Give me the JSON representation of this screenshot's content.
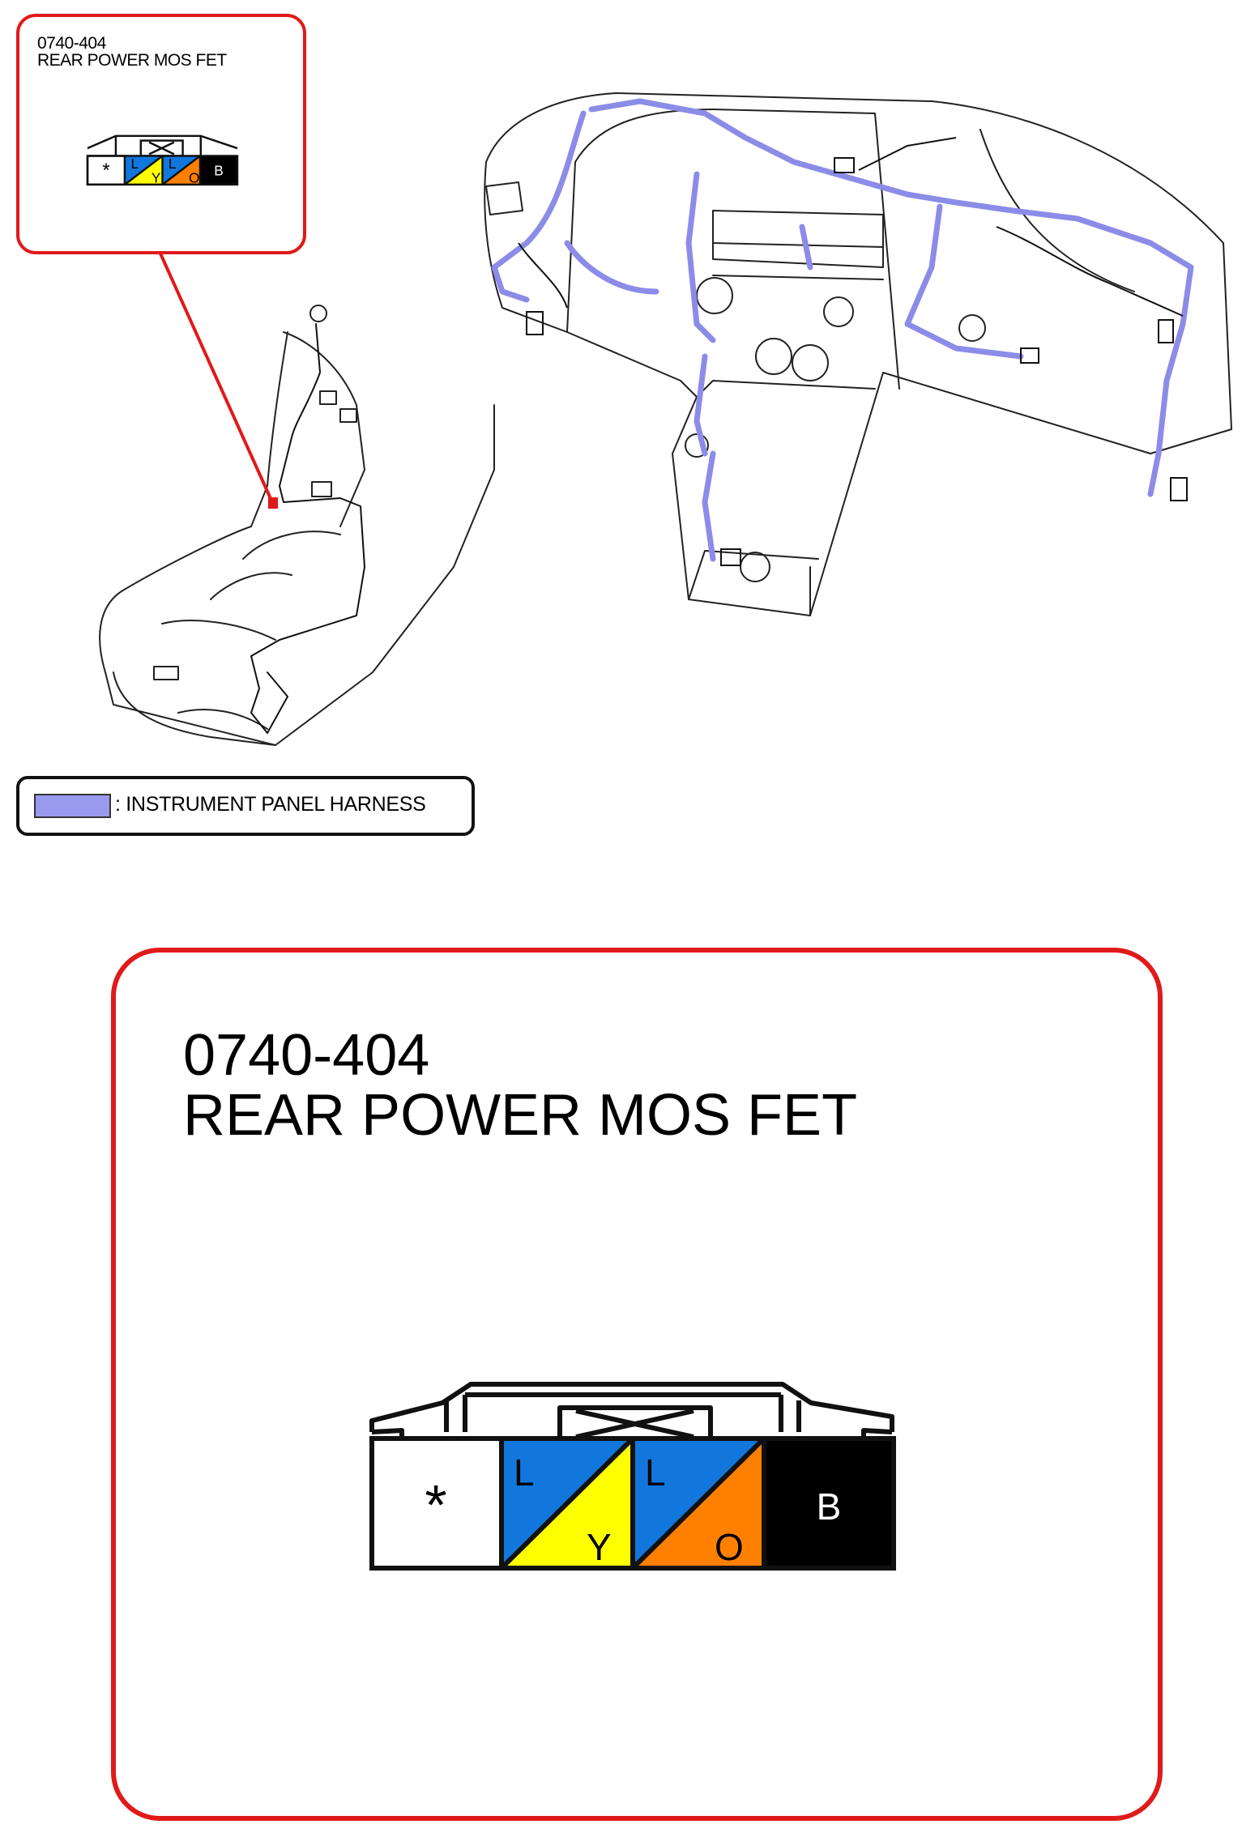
{
  "connector": {
    "code": "0740-404",
    "name": "REAR POWER MOS FET",
    "pins": [
      {
        "top": "",
        "bottom": "",
        "mark": "*",
        "upper_color": "#ffffff",
        "lower_color": "#ffffff"
      },
      {
        "top": "L",
        "bottom": "Y",
        "mark": "",
        "upper_color": "#1177dd",
        "lower_color": "#ffff00"
      },
      {
        "top": "L",
        "bottom": "O",
        "mark": "",
        "upper_color": "#1177dd",
        "lower_color": "#ff8000"
      },
      {
        "top": "B",
        "bottom": "",
        "mark": "",
        "upper_color": "#000000",
        "lower_color": "#000000"
      }
    ]
  },
  "legend": {
    "label": ": INSTRUMENT PANEL HARNESS",
    "swatch_color": "#9999ee"
  },
  "colors": {
    "callout_border": "#e01a1a",
    "harness": "#9090e8"
  }
}
